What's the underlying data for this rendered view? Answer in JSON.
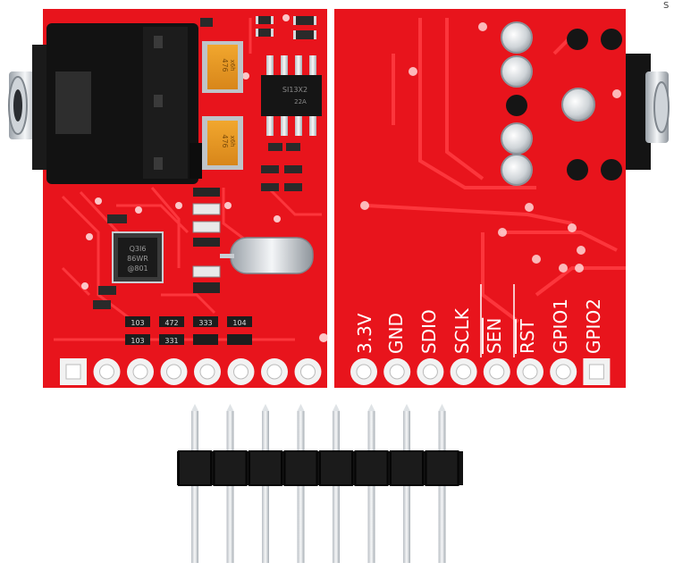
{
  "colors": {
    "pcb": "#e8141c",
    "pcb_dark": "#c20f15",
    "trace": "#ff2b33",
    "silk": "#ffffff",
    "pin_black": "#111111",
    "metal": "#d8dde2"
  },
  "front_board": {
    "chip_marking": [
      "Q3I6",
      "86WR",
      "@801"
    ],
    "resistor_codes": [
      "103",
      "472",
      "333",
      "104",
      "103",
      "331"
    ],
    "small_ic_marking": [
      "SI13X2",
      "22A"
    ],
    "cap_marking": [
      "476",
      "x6h",
      "476",
      "x6h"
    ]
  },
  "back_board": {
    "pin_labels": [
      "3.3V",
      "GND",
      "SDIO",
      "SCLK",
      "SEN",
      "RST",
      "GPIO1",
      "GPIO2"
    ]
  },
  "header": {
    "pin_count": 8
  },
  "corner_label": "S"
}
